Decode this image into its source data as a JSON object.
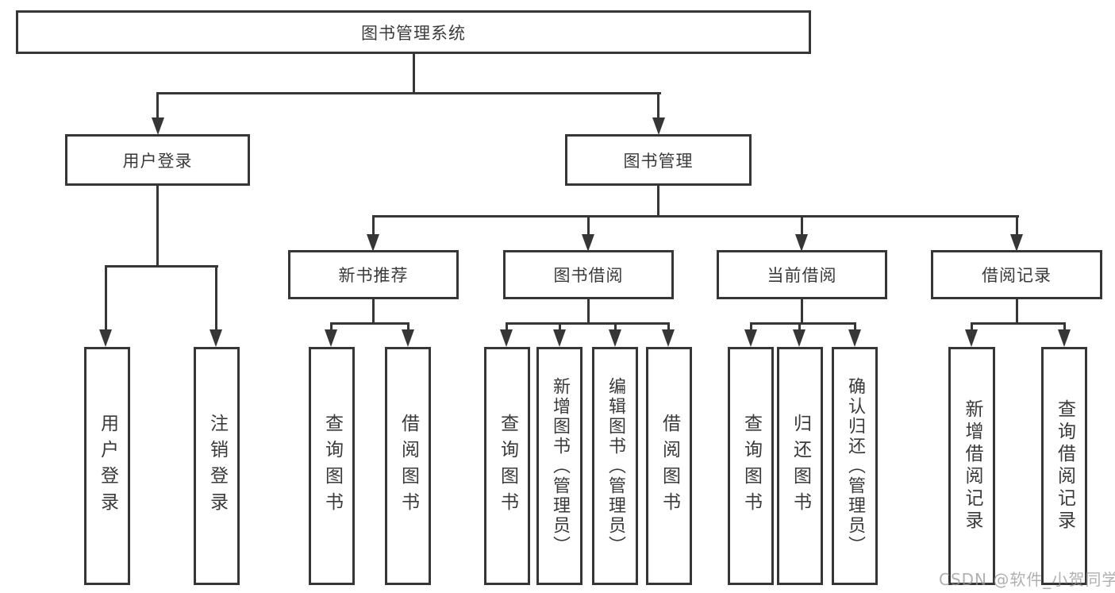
{
  "diagram": {
    "root": {
      "label": "图书管理系统"
    },
    "level2": [
      {
        "label": "用户登录"
      },
      {
        "label": "图书管理"
      }
    ],
    "level3": [
      {
        "label": "新书推荐"
      },
      {
        "label": "图书借阅"
      },
      {
        "label": "当前借阅"
      },
      {
        "label": "借阅记录"
      }
    ],
    "leaves": {
      "user_login": [
        "用户登录",
        "注销登录"
      ],
      "new_book_recommend": [
        "查询图书",
        "借阅图书"
      ],
      "book_borrow": [
        "查询图书",
        "新增图书（管理员）",
        "编辑图书（管理员）",
        "借阅图书"
      ],
      "current_borrow": [
        "查询图书",
        "归还图书",
        "确认归还（管理员）"
      ],
      "borrow_record": [
        "新增借阅记录",
        "查询借阅记录"
      ]
    },
    "watermark": "CSDN @软件_小贺同学",
    "colors": {
      "line": "#363636",
      "text": "#3a3a3a",
      "background": "#ffffff",
      "watermark": "#969696"
    }
  }
}
